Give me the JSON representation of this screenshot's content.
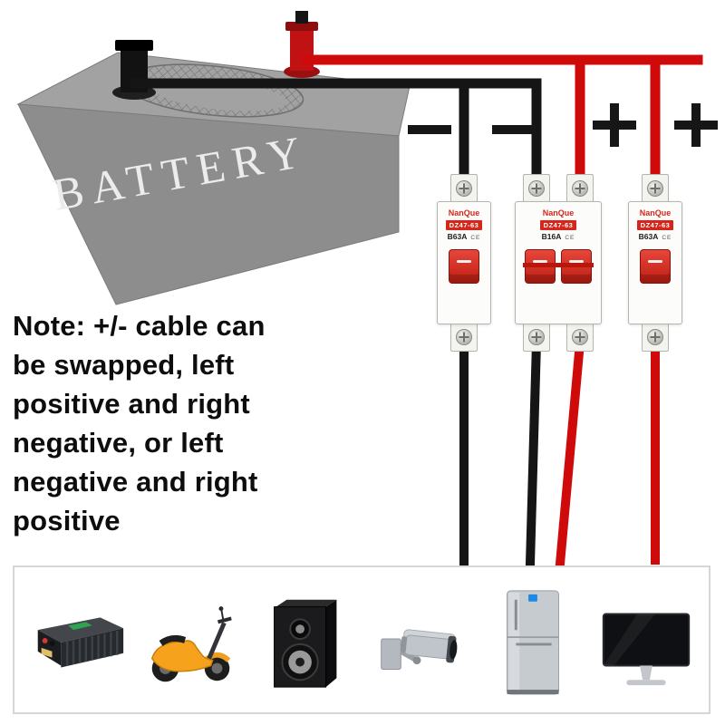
{
  "battery": {
    "label": "BATTERY"
  },
  "polarity": {
    "symbols": [
      "−",
      "−",
      "+",
      "+"
    ]
  },
  "breakers": {
    "brand": "NanQue",
    "model": "DZ47-63",
    "ce": "CE",
    "units": [
      {
        "rating": "B63A",
        "poles": 1
      },
      {
        "rating": "B16A",
        "poles": 2
      },
      {
        "rating": "B63A",
        "poles": 1
      }
    ]
  },
  "note": {
    "text": "Note: +/- cable can\nbe swapped, left\npositive and right\nnegative, or left\nnegative and right\npositive"
  },
  "products": {
    "items": [
      {
        "name": "power-inverter"
      },
      {
        "name": "electric-scooter"
      },
      {
        "name": "speaker"
      },
      {
        "name": "cctv-camera"
      },
      {
        "name": "refrigerator"
      },
      {
        "name": "monitor"
      }
    ]
  },
  "colors": {
    "wire_red": "#cf0a0a",
    "wire_black": "#151515",
    "breaker_red": "#d6261b",
    "battery_gray": "#8d8d8d"
  }
}
